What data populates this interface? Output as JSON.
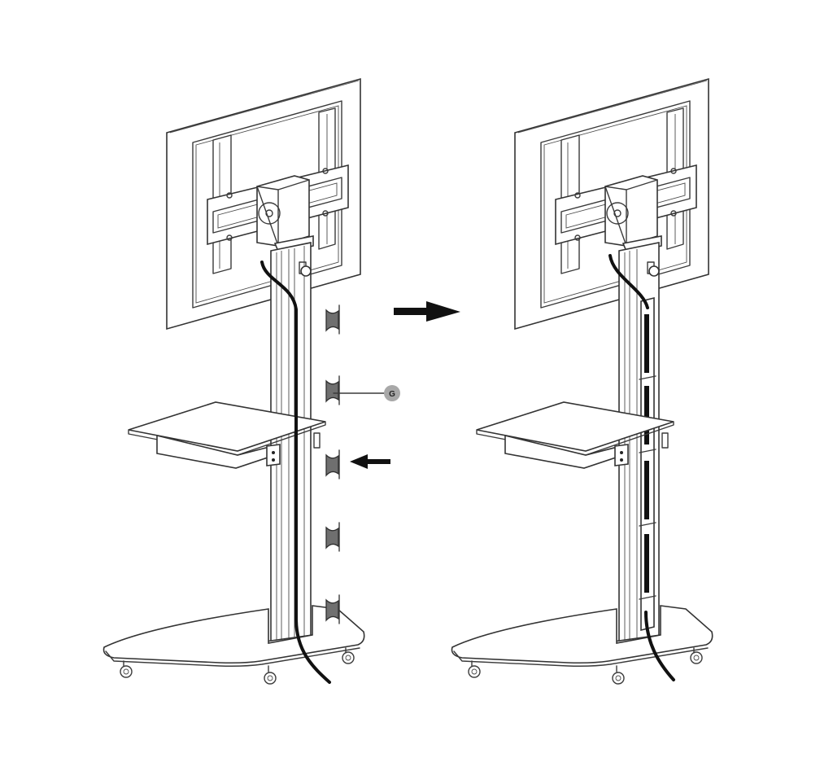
{
  "diagram": {
    "type": "assembly-instruction",
    "subject": "Mobile TV stand with cable management clips",
    "steps": [
      {
        "id": "before",
        "description": "Cable routed along column; loose clips G shown beside column"
      },
      {
        "id": "after",
        "description": "Clips G snapped onto column, cable enclosed"
      }
    ],
    "callout": {
      "label": "G",
      "points_to": "cable-clip"
    },
    "clip_count": 5,
    "arrows": [
      {
        "name": "step-arrow",
        "direction": "right"
      },
      {
        "name": "insert-arrow",
        "direction": "left"
      }
    ],
    "colors": {
      "line": "#3a3a3a",
      "clip_fill": "#6f6f6f",
      "cable": "#111111",
      "callout_bg": "#a8a8a8",
      "background": "#ffffff"
    }
  }
}
